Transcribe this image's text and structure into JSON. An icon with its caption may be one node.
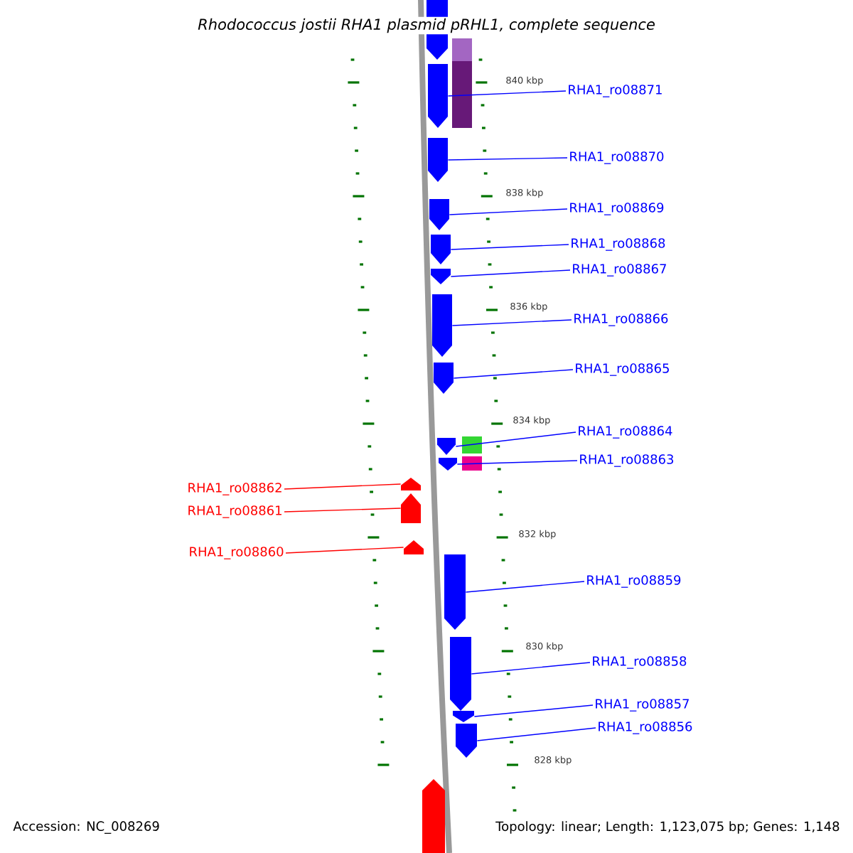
{
  "diagram": {
    "title": "Rhodococcus jostii RHA1 plasmid pRHL1, complete sequence",
    "nodes": [
      {
        "text": [
          "RHA1_ro08871"
        ]
      },
      {
        "text": [
          "RHA1_ro08870"
        ]
      },
      {
        "text": [
          "RHA1_ro08869"
        ]
      },
      {
        "text": [
          "RHA1_ro08868"
        ]
      },
      {
        "text": [
          "RHA1_ro08867"
        ]
      },
      {
        "text": [
          "RHA1_ro08866"
        ]
      },
      {
        "text": [
          "RHA1_ro08865"
        ]
      },
      {
        "text": [
          "RHA1_ro08864"
        ]
      },
      {
        "text": [
          "RHA1_ro08863"
        ]
      },
      {
        "text": [
          "RHA1_ro08862"
        ]
      },
      {
        "text": [
          "RHA1_ro08861"
        ]
      },
      {
        "text": [
          "RHA1_ro08860"
        ]
      },
      {
        "text": [
          "RHA1_ro08859"
        ]
      },
      {
        "text": [
          "RHA1_ro08858"
        ]
      },
      {
        "text": [
          "RHA1_ro08857"
        ]
      },
      {
        "text": [
          "RHA1_ro08856"
        ]
      },
      {
        "text": [],
        "shape": "arrow"
      },
      {
        "text": [],
        "shape": "arrow"
      },
      {
        "text": [],
        "shape": "arrow"
      },
      {
        "text": [],
        "shape": "arrow"
      },
      {
        "text": [],
        "shape": "arrow"
      },
      {
        "text": [],
        "shape": "arrow"
      },
      {
        "text": [],
        "shape": "arrow"
      },
      {
        "text": [],
        "shape": "arrow"
      },
      {
        "text": [],
        "shape": "arrow"
      },
      {
        "text": [],
        "shape": "arrow"
      },
      {
        "text": [],
        "shape": "arrow"
      },
      {
        "text": [],
        "shape": "arrow"
      },
      {
        "text": [],
        "shape": "arrow"
      },
      {
        "text": [],
        "shape": "arrow"
      },
      {
        "text": [],
        "shape": "arrow"
      },
      {
        "text": [],
        "shape": "arrow"
      },
      {
        "text": [],
        "shape": "arrow"
      },
      {
        "text": [],
        "shape": "arrow"
      }
    ],
    "edges": [
      {
        "from": 0,
        "to": 16,
        "arrow": "none"
      },
      {
        "from": 1,
        "to": 17,
        "arrow": "none"
      },
      {
        "from": 2,
        "to": 18,
        "arrow": "none"
      },
      {
        "from": 3,
        "to": 19,
        "arrow": "none"
      },
      {
        "from": 4,
        "to": 20,
        "arrow": "none"
      },
      {
        "from": 5,
        "to": 21,
        "arrow": "none"
      },
      {
        "from": 6,
        "to": 22,
        "arrow": "none"
      },
      {
        "from": 7,
        "to": 23,
        "arrow": "none"
      },
      {
        "from": 8,
        "to": 24,
        "arrow": "none"
      },
      {
        "from": 9,
        "to": 25,
        "arrow": "none",
        "color": "#ff0000"
      },
      {
        "from": 10,
        "to": 26,
        "arrow": "none",
        "color": "#ff0000"
      },
      {
        "from": 11,
        "to": 27,
        "arrow": "none",
        "color": "#ff0000"
      },
      {
        "from": 12,
        "to": 28,
        "arrow": "none"
      },
      {
        "from": 13,
        "to": 29,
        "arrow": "none"
      },
      {
        "from": 14,
        "to": 30,
        "arrow": "none"
      },
      {
        "from": 15,
        "to": 31,
        "arrow": "none"
      }
    ],
    "labels": [
      "840 kbp",
      "838 kbp",
      "836 kbp",
      "834 kbp",
      "832 kbp",
      "830 kbp",
      "828 kbp",
      "Accession: NC_008269",
      "Topology: linear; Length: 1,123,075 bp; Genes: 1,148"
    ]
  }
}
